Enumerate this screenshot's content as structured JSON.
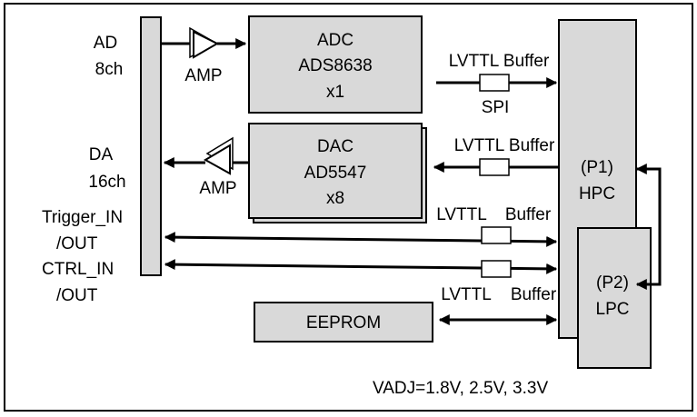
{
  "io_labels": {
    "ad_line1": "AD",
    "ad_line2": "8ch",
    "da_line1": "DA",
    "da_line2": "16ch",
    "trigger_line1": "Trigger_IN",
    "trigger_line2": "/OUT",
    "ctrl_line1": "CTRL_IN",
    "ctrl_line2": "/OUT"
  },
  "amp_in_label": "AMP",
  "amp_out_label": "AMP",
  "adc": {
    "line1": "ADC",
    "line2": "ADS8638",
    "line3": "x1"
  },
  "dac": {
    "line1": "DAC",
    "line2": "AD5547",
    "line3": "x8"
  },
  "eeprom": {
    "label": "EEPROM"
  },
  "buffers": {
    "spi_label": "LVTTL Buffer",
    "spi_sub": "SPI",
    "dac_label": "LVTTL Buffer",
    "trigger_label_a": "LVTTL",
    "trigger_label_b": "Buffer",
    "eeprom_label_a": "LVTTL",
    "eeprom_label_b": "Buffer"
  },
  "hpc": {
    "line1": "(P1)",
    "line2": "HPC"
  },
  "lpc": {
    "line1": "(P2)",
    "line2": "LPC"
  },
  "vadj": "VADJ=1.8V, 2.5V, 3.3V"
}
